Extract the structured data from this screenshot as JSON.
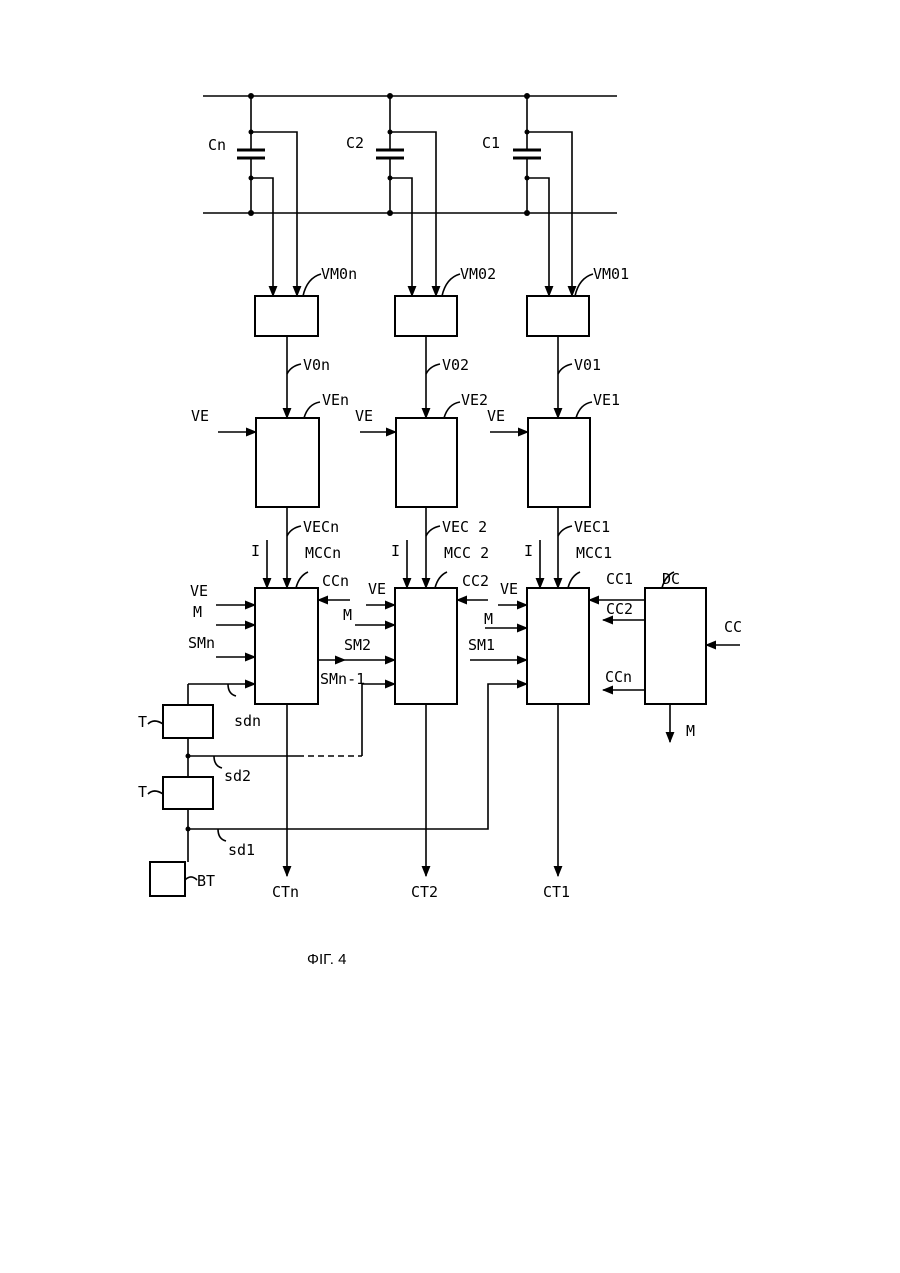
{
  "capacitors": [
    "Cn",
    "C2",
    "C1"
  ],
  "voltage_meters": [
    "VM0n",
    "VM02",
    "VM01"
  ],
  "meter_outputs": [
    "V0n",
    "V02",
    "V01"
  ],
  "estimators": [
    "VEn",
    "VE2",
    "VE1"
  ],
  "estimator_input": "VE",
  "estimator_outputs": [
    "VECn",
    "VEC 2",
    "VEC1"
  ],
  "controllers": [
    "MCCn",
    "MCC 2",
    "MCC1"
  ],
  "input_i": "I",
  "input_ve": "VE",
  "input_m": "M",
  "sm_signals": [
    "SMn",
    "SM2",
    "SM1",
    "SMn-1"
  ],
  "cc_signals": [
    "CCn",
    "CC2",
    "CC1",
    "CC2",
    "CCn"
  ],
  "decoder": "DC",
  "decoder_input": "CC",
  "decoder_output": "M",
  "timers": [
    "T",
    "T"
  ],
  "sd_signals": [
    "sdn",
    "sd2",
    "sd1"
  ],
  "base_timer": "BT",
  "outputs": [
    "CTn",
    "CT2",
    "CT1"
  ],
  "figure_caption": "ΦΙΓ. 4"
}
